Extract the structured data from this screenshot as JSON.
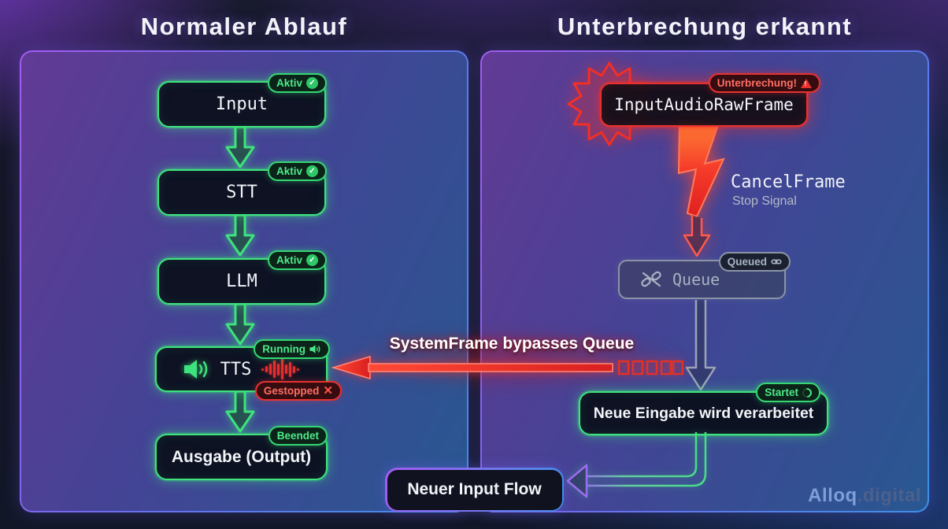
{
  "left_panel": {
    "title": "Normaler Ablauf",
    "nodes": {
      "input": {
        "label": "Input",
        "badge": "Aktiv"
      },
      "stt": {
        "label": "STT",
        "badge": "Aktiv"
      },
      "llm": {
        "label": "LLM",
        "badge": "Aktiv"
      },
      "tts": {
        "label": "TTS",
        "badge_running": "Running",
        "badge_stopped": "Gestopped"
      },
      "output": {
        "label": "Ausgabe (Output)",
        "badge": "Beendet"
      }
    }
  },
  "right_panel": {
    "title": "Unterbrechung erkannt",
    "input_frame": {
      "label": "InputAudioRawFrame",
      "badge": "Unterbrechung!"
    },
    "cancel_frame": {
      "label": "CancelFrame",
      "sublabel": "Stop Signal"
    },
    "queue": {
      "label": "Queue",
      "badge": "Queued"
    },
    "new_input": {
      "label": "Neue Eingabe wird verarbeitet",
      "badge": "Startet"
    }
  },
  "bypass": {
    "label": "SystemFrame bypasses Queue"
  },
  "new_input_flow": {
    "label": "Neuer Input Flow"
  },
  "branding": {
    "name": "Alloq",
    "suffix": ".digital"
  },
  "icons": {
    "check": "✓",
    "cross": "✕",
    "exclaim": "!"
  },
  "colors": {
    "green": "#3fe37d",
    "red": "#e8312f",
    "gray": "#9aa4b4",
    "purple": "#a35cf0",
    "blue": "#3f8fe8",
    "background": "#141627"
  }
}
